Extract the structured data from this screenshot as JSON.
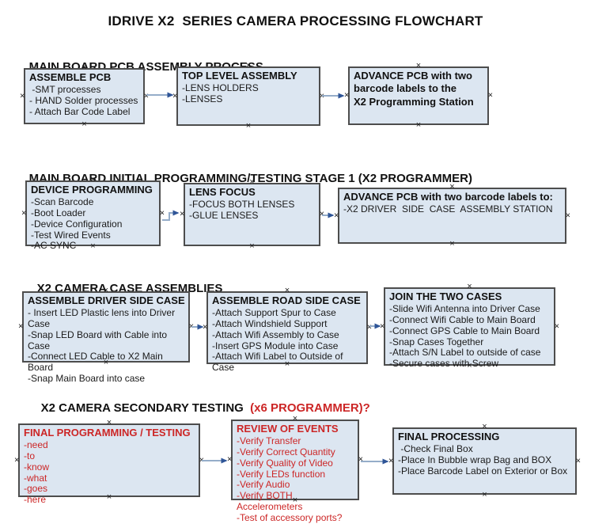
{
  "title": "IDRIVE X2  SERIES CAMERA PROCESSING FLOWCHART",
  "colors": {
    "box_fill": "#dce6f1",
    "box_border": "#4d4d4d",
    "red_text": "#cc2626",
    "arrow_line": "#95adc9",
    "arrow_head": "#2f5597",
    "text": "#111111"
  },
  "icons": {
    "connection_anchor_glyph": "×"
  },
  "sections": [
    {
      "header": "MAIN BOARD PCB ASSEMBLY PROCESS",
      "header_red_suffix": ""
    },
    {
      "header": "MAIN BOARD INITIAL PROGRAMMING/TESTING STAGE 1 (X2 PROGRAMMER)",
      "header_red_suffix": ""
    },
    {
      "header": "X2 CAMERA CASE ASSEMBLIES",
      "header_red_suffix": ""
    },
    {
      "header": "X2 CAMERA SECONDARY TESTING  ",
      "header_red_suffix": "(x6 PROGRAMMER)?"
    }
  ],
  "boxes": [
    {
      "title": "ASSEMBLE PCB",
      "items": [
        " -SMT processes",
        "- HAND Solder processes",
        "- Attach Bar Code Label"
      ]
    },
    {
      "title": "TOP LEVEL ASSEMBLY",
      "items": [
        "-LENS HOLDERS",
        "-LENSES"
      ]
    },
    {
      "title": "ADVANCE PCB with two barcode labels to the\n X2 Programming Station",
      "items": []
    },
    {
      "title": "DEVICE PROGRAMMING",
      "items": [
        "-Scan Barcode",
        "-Boot Loader",
        "-Device Configuration",
        "-Test Wired Events",
        "-AC SYNC"
      ]
    },
    {
      "title": "LENS FOCUS",
      "items": [
        "-FOCUS BOTH LENSES",
        "-GLUE LENSES"
      ]
    },
    {
      "title": "ADVANCE PCB with two barcode labels to:",
      "items": [
        "-X2 DRIVER  SIDE  CASE  ASSEMBLY STATION"
      ]
    },
    {
      "title": "ASSEMBLE DRIVER SIDE CASE",
      "items": [
        "- Insert LED Plastic lens into Driver Case",
        "-Snap LED Board with Cable into Case",
        "-Connect LED Cable to X2 Main Board",
        "-Snap Main Board into case"
      ]
    },
    {
      "title": "ASSEMBLE ROAD SIDE CASE",
      "items": [
        "-Attach Support Spur to Case",
        "-Attach Windshield Support",
        "-Attach Wifi Assembly to Case",
        "-Insert GPS Module into Case",
        "-Attach Wifi Label to Outside of Case"
      ]
    },
    {
      "title": "JOIN THE TWO CASES",
      "items": [
        "-Slide Wifi Antenna into Driver Case",
        "-Connect Wifi Cable to Main Board",
        "-Connect GPS Cable to Main Board",
        "-Snap Cases Together",
        "-Attach S/N Label to outside of case",
        "-Secure cases with Screw"
      ]
    },
    {
      "title": "FINAL PROGRAMMING / TESTING",
      "items": [
        "-need",
        "-to",
        "-know",
        "-what",
        "-goes",
        "-here"
      ]
    },
    {
      "title": "REVIEW OF EVENTS",
      "items": [
        "-Verify Transfer",
        "-Verify Correct Quantity",
        "-Verify Quality of Video",
        "-Verify LEDs function",
        "-Verify Audio",
        "-Verify BOTH Accelerometers",
        "-Test of accessory ports?"
      ]
    },
    {
      "title": "FINAL PROCESSING",
      "items": [
        " -Check Final Box",
        "-Place In Bubble wrap Bag and BOX",
        "-Place Barcode Label on Exterior or Box"
      ]
    }
  ]
}
